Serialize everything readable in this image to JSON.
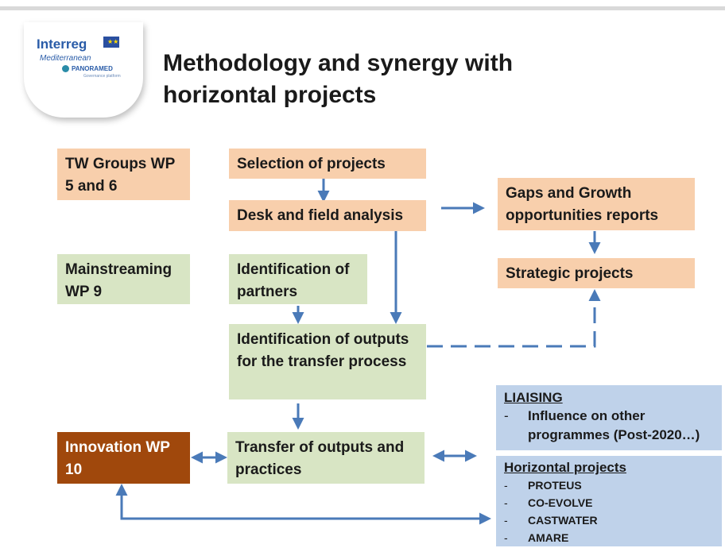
{
  "logo": {
    "brand": "Interreg",
    "region": "Mediterranean",
    "program": "PANORAMED",
    "subtitle": "Governance platform",
    "eu_flag_stars": "★★"
  },
  "title_line1": "Methodology and synergy with",
  "title_line2": "horizontal projects",
  "boxes": {
    "tw_groups": "TW Groups WP 5 and 6",
    "selection": "Selection of projects",
    "desk_field": "Desk and field analysis",
    "gaps": "Gaps and Growth opportunities reports",
    "mainstreaming": "Mainstreaming WP 9",
    "identification_partners": "Identification of partners",
    "strategic": "Strategic projects",
    "identification_outputs": "Identification of outputs for the transfer process",
    "innovation": "Innovation WP 10",
    "transfer": "Transfer of outputs and practices"
  },
  "liaising": {
    "heading": "LIAISING",
    "items": [
      "Influence on other programmes (Post-2020…)"
    ]
  },
  "horizontal": {
    "heading": "Horizontal projects",
    "items": [
      "PROTEUS",
      "CO-EVOLVE",
      "CASTWATER",
      "AMARE"
    ]
  },
  "colors": {
    "peach": "#f8cfac",
    "green": "#d8e5c4",
    "brown": "#a0480c",
    "blue": "#bfd2ea",
    "arrow": "#4a7ab8"
  }
}
